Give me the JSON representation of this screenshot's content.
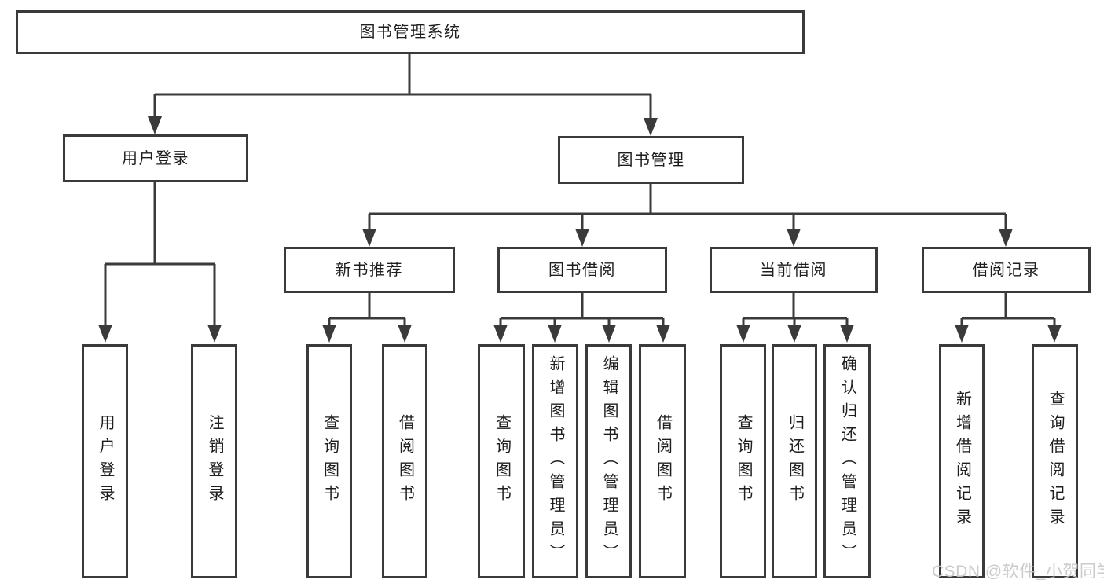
{
  "tree": {
    "root": {
      "label": "图书管理系统"
    },
    "branches": [
      {
        "label": "用户登录",
        "children": [
          {
            "label": "用户登录"
          },
          {
            "label": "注销登录"
          }
        ]
      },
      {
        "label": "图书管理",
        "children": [
          {
            "label": "新书推荐",
            "children": [
              {
                "label": "查询图书"
              },
              {
                "label": "借阅图书"
              }
            ]
          },
          {
            "label": "图书借阅",
            "children": [
              {
                "label": "查询图书"
              },
              {
                "label": "新增图书（管理员）"
              },
              {
                "label": "编辑图书（管理员）"
              },
              {
                "label": "借阅图书"
              }
            ]
          },
          {
            "label": "当前借阅",
            "children": [
              {
                "label": "查询图书"
              },
              {
                "label": "归还图书"
              },
              {
                "label": "确认归还（管理员）"
              }
            ]
          },
          {
            "label": "借阅记录",
            "children": [
              {
                "label": "新增借阅记录"
              },
              {
                "label": "查询借阅记录"
              }
            ]
          }
        ]
      }
    ]
  },
  "watermark": {
    "text": "CSDN @软件_小贺同学"
  },
  "colors": {
    "line": "#3a3a3a",
    "border": "#3a3a3a",
    "text": "#1e1e1e",
    "background": "#ffffff",
    "watermark": "#c6c6c6"
  }
}
